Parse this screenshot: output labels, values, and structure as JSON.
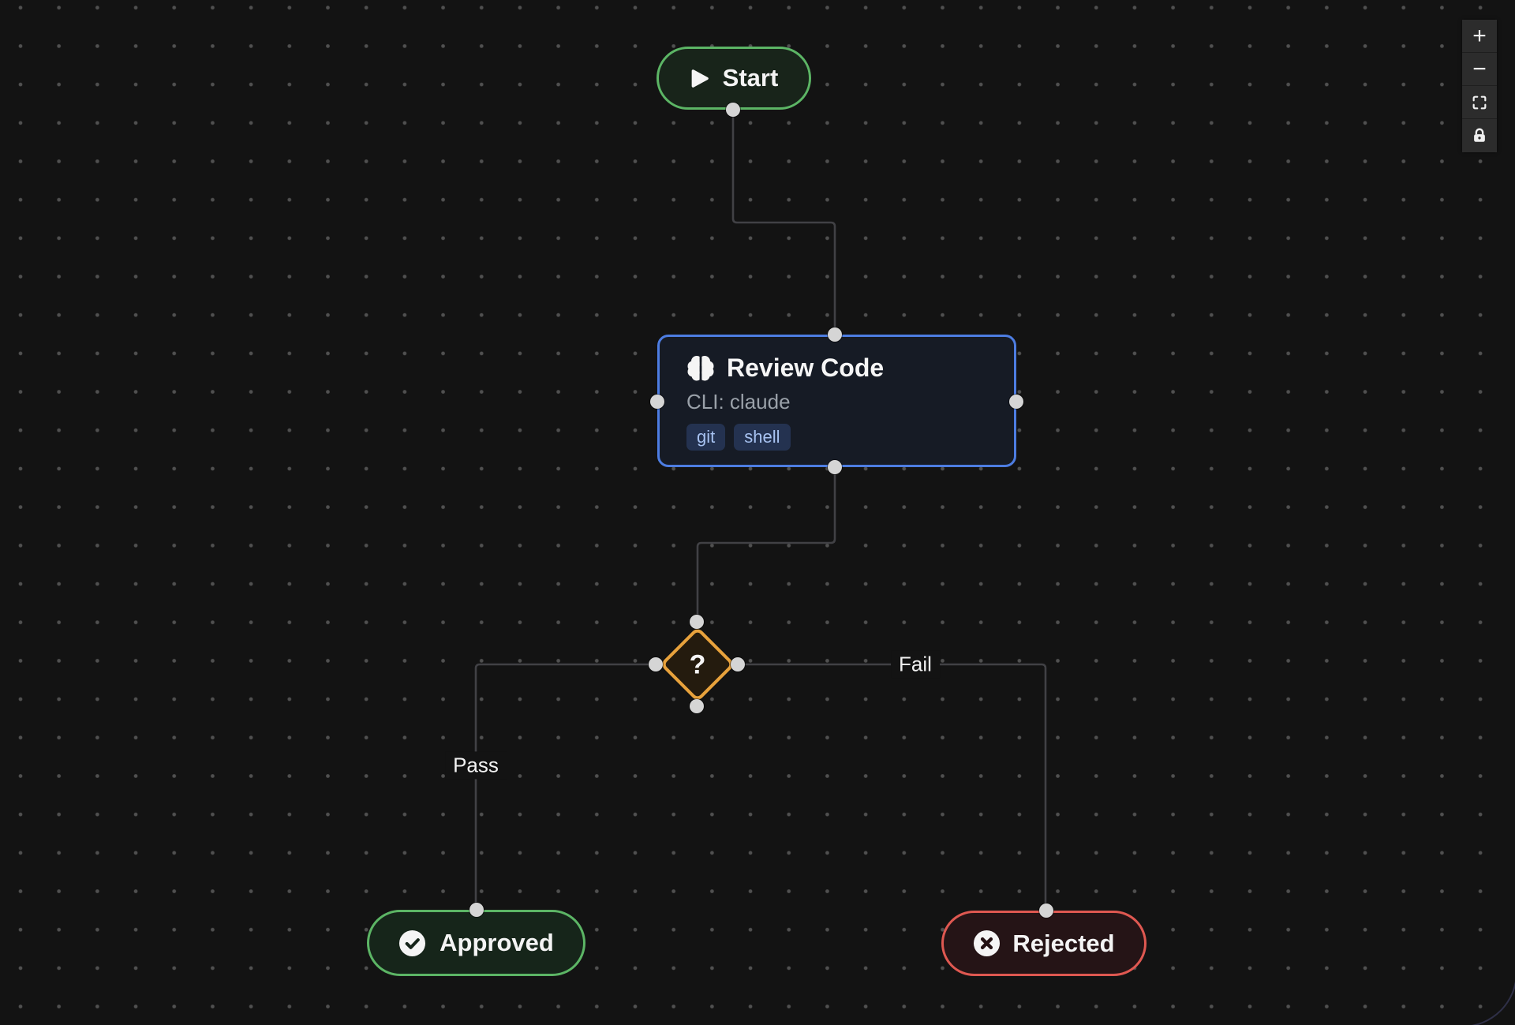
{
  "canvas": {
    "background": "#131313",
    "dot_color": "#505050",
    "edge_color": "#414145"
  },
  "nodes": {
    "start": {
      "label": "Start",
      "accent": "#5cb565",
      "icon": "play-icon"
    },
    "review": {
      "title": "Review Code",
      "subtitle": "CLI: claude",
      "tags": [
        "git",
        "shell"
      ],
      "accent": "#4d7de2",
      "icon": "brain-icon"
    },
    "decision": {
      "label": "?",
      "accent": "#e8a23c"
    },
    "approved": {
      "label": "Approved",
      "accent": "#5cb565",
      "icon": "check-circle-icon"
    },
    "rejected": {
      "label": "Rejected",
      "accent": "#df5851",
      "icon": "x-circle-icon"
    }
  },
  "edges": {
    "pass": "Pass",
    "fail": "Fail"
  },
  "controls": {
    "zoom_in": "+",
    "zoom_out": "−"
  }
}
